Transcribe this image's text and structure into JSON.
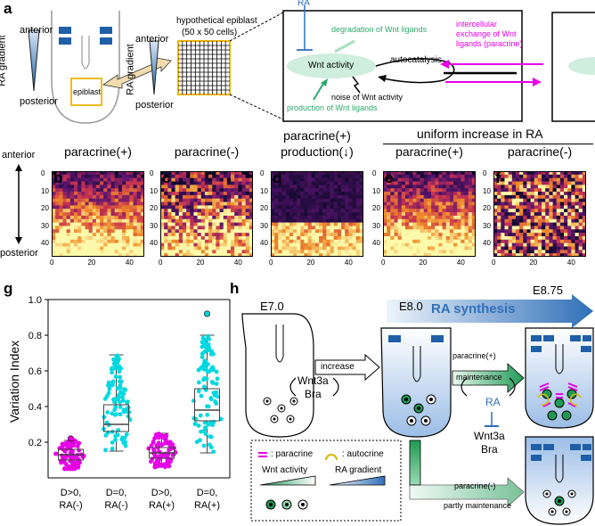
{
  "panel_a": {
    "letter": "a",
    "anterior": "anterior",
    "posterior": "posterior",
    "ra_gradient": "RA gradient",
    "epiblast": "epiblast",
    "hypothetical_line1": "hypothetical epiblast",
    "hypothetical_line2": "(50 x 50 cells)",
    "anterior2": "anterior",
    "posterior2": "posterior",
    "ra_gradient2": "RA gradient",
    "ra": "RA",
    "degradation": "degradation of Wnt ligands",
    "wnt_activity": "Wnt activity",
    "autocatalysis": "autocatalysis",
    "noise": "noise of Wnt activity",
    "production": "production of Wnt ligands",
    "intercellular_l1": "intercellular",
    "intercellular_l2": "exchange of Wnt",
    "intercellular_l3": "ligands (paracrine)"
  },
  "panel_bf": {
    "anterior": "anterior",
    "posterior": "posterior",
    "uniform_header": "uniform increase in RA",
    "y_ticks": [
      "0",
      "10",
      "20",
      "30",
      "40"
    ],
    "x_ticks": [
      "0",
      "20",
      "40"
    ],
    "maps": [
      {
        "letter": "b",
        "title1": "paracrine(+)",
        "title2": "",
        "pattern": "gradient"
      },
      {
        "letter": "c",
        "title1": "paracrine(-)",
        "title2": "",
        "pattern": "noisy_gradient"
      },
      {
        "letter": "d",
        "title1": "paracrine(+)",
        "title2": "production(↓)",
        "pattern": "dark_top"
      },
      {
        "letter": "e",
        "title1": "paracrine(+)",
        "title2": "",
        "pattern": "gradient"
      },
      {
        "letter": "f",
        "title1": "paracrine(-)",
        "title2": "",
        "pattern": "noisy"
      }
    ]
  },
  "panel_g": {
    "letter": "g",
    "ylabel": "Variation Index",
    "y_ticks": [
      "0.2",
      "0.4",
      "0.6",
      "0.8",
      "1.0"
    ],
    "groups": [
      {
        "label1": "D>0,",
        "label2": "RA(-)",
        "color": "#e600e6",
        "median": 0.13,
        "q1": 0.1,
        "q3": 0.16,
        "min": 0.05,
        "max": 0.21,
        "outlier": 0.22
      },
      {
        "label1": "D=0,",
        "label2": "RA(-)",
        "color": "#00d8e0",
        "median": 0.3,
        "q1": 0.26,
        "q3": 0.41,
        "min": 0.15,
        "max": 0.69,
        "outlier": null
      },
      {
        "label1": "D>0,",
        "label2": "RA(+)",
        "color": "#e600e6",
        "median": 0.14,
        "q1": 0.11,
        "q3": 0.17,
        "min": 0.06,
        "max": 0.25,
        "outlier": null
      },
      {
        "label1": "D=0,",
        "label2": "RA(+)",
        "color": "#00d8e0",
        "median": 0.38,
        "q1": 0.32,
        "q3": 0.5,
        "min": 0.14,
        "max": 0.8,
        "outlier": 0.92
      }
    ]
  },
  "panel_h": {
    "letter": "h",
    "e70": "E7.0",
    "e80": "E8.0",
    "e875": "E8.75",
    "ra_synthesis": "RA synthesis",
    "increase": "increase",
    "wnt3a": "Wnt3a",
    "bra": "Bra",
    "paracrine_plus": "paracrine(+)",
    "maintenance": "maintenance",
    "ra": "RA",
    "wnt3a2": "Wnt3a",
    "bra2": "Bra",
    "paracrine_minus": "paracrine(-)",
    "partly": "partly maintenance",
    "legend_paracrine": ": paracrine",
    "legend_autocrine": ": autocrine",
    "legend_wnt": "Wnt activity",
    "legend_ra": "RA gradient"
  }
}
